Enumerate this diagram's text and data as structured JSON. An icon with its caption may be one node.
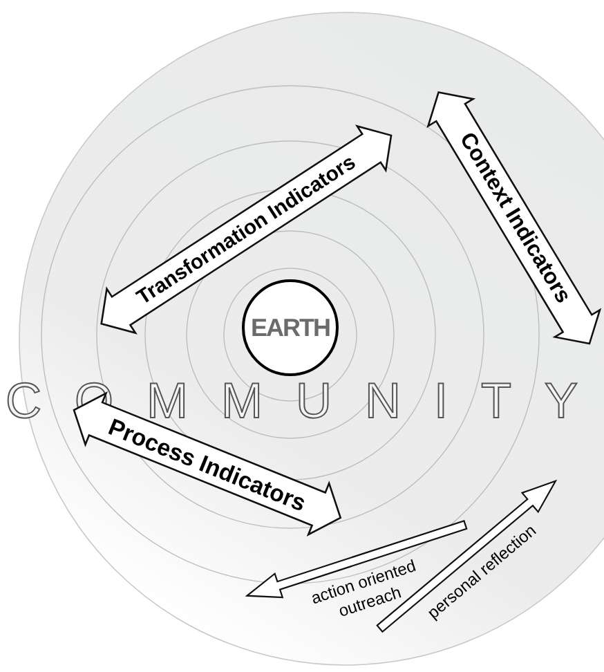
{
  "diagram": {
    "nodes": [
      {
        "text": [
          "EARTH"
        ]
      },
      {
        "text": [
          "Transformation Indicators"
        ]
      },
      {
        "text": [
          "Context Indicators"
        ]
      },
      {
        "text": [
          "Process Indicators"
        ]
      },
      {
        "text": [
          "action oriented outreach"
        ]
      },
      {
        "text": [
          "personal reflection"
        ]
      }
    ],
    "labels": [
      "COMMUNITY"
    ]
  }
}
